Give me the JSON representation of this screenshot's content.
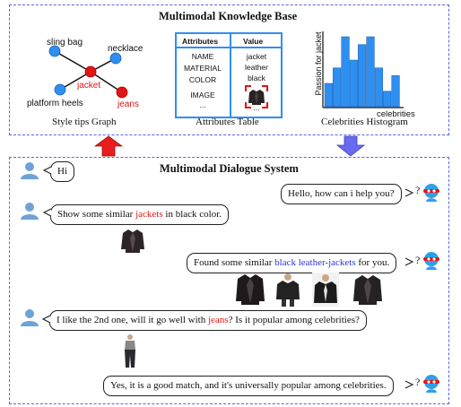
{
  "kb": {
    "title": "Multimodal Knowledge Base",
    "graph": {
      "caption": "Style tips Graph",
      "nodes": {
        "sling_bag": "sling bag",
        "necklace": "necklace",
        "jacket": "jacket",
        "platform_heels": "platform heels",
        "jeans": "jeans"
      }
    },
    "table": {
      "caption": "Attributes Table",
      "headers": [
        "Attributes",
        "Value"
      ],
      "attributes": [
        "NAME",
        "MATERIAL",
        "COLOR",
        "IMAGE",
        "..."
      ],
      "values": [
        "jacket",
        "leather",
        "black",
        "..."
      ]
    },
    "histogram": {
      "caption": "Celebrities Histogram",
      "ylabel": "Passion for jacket",
      "xlabel": "celebrities"
    }
  },
  "chart_data": {
    "type": "bar",
    "values": [
      3,
      5,
      9,
      6,
      8,
      9,
      5,
      2,
      4
    ],
    "xlabel": "celebrities",
    "ylabel": "Passion for jacket"
  },
  "dialogue": {
    "title": "Multimodal Dialogue System",
    "m1": "Hi",
    "m2": "Hello, how can i help you?",
    "m3a": "Show some similar ",
    "m3b": "jackets",
    "m3c": " in black color.",
    "m4a": "Found some similar ",
    "m4b": "black leather-jackets",
    "m4c": " for you.",
    "m5a": "I like the 2nd one, will it go well with ",
    "m5b": "jeans",
    "m5c": "? Is it popular among celebrities?",
    "m6": "Yes, it is a good match, and it's universally popular among celebrities.",
    "q": "?"
  },
  "colors": {
    "border": "#5a63e0",
    "graph_node": "#2f8ff0",
    "accent_red": "#e01515",
    "accent_blue": "#2a36d6",
    "user": "#6fa3d8",
    "bot": "#2f9fe8"
  },
  "icons": [
    "user-icon",
    "bot-icon",
    "jacket-icon",
    "jeans-icon",
    "up-arrow-icon",
    "down-arrow-icon"
  ]
}
